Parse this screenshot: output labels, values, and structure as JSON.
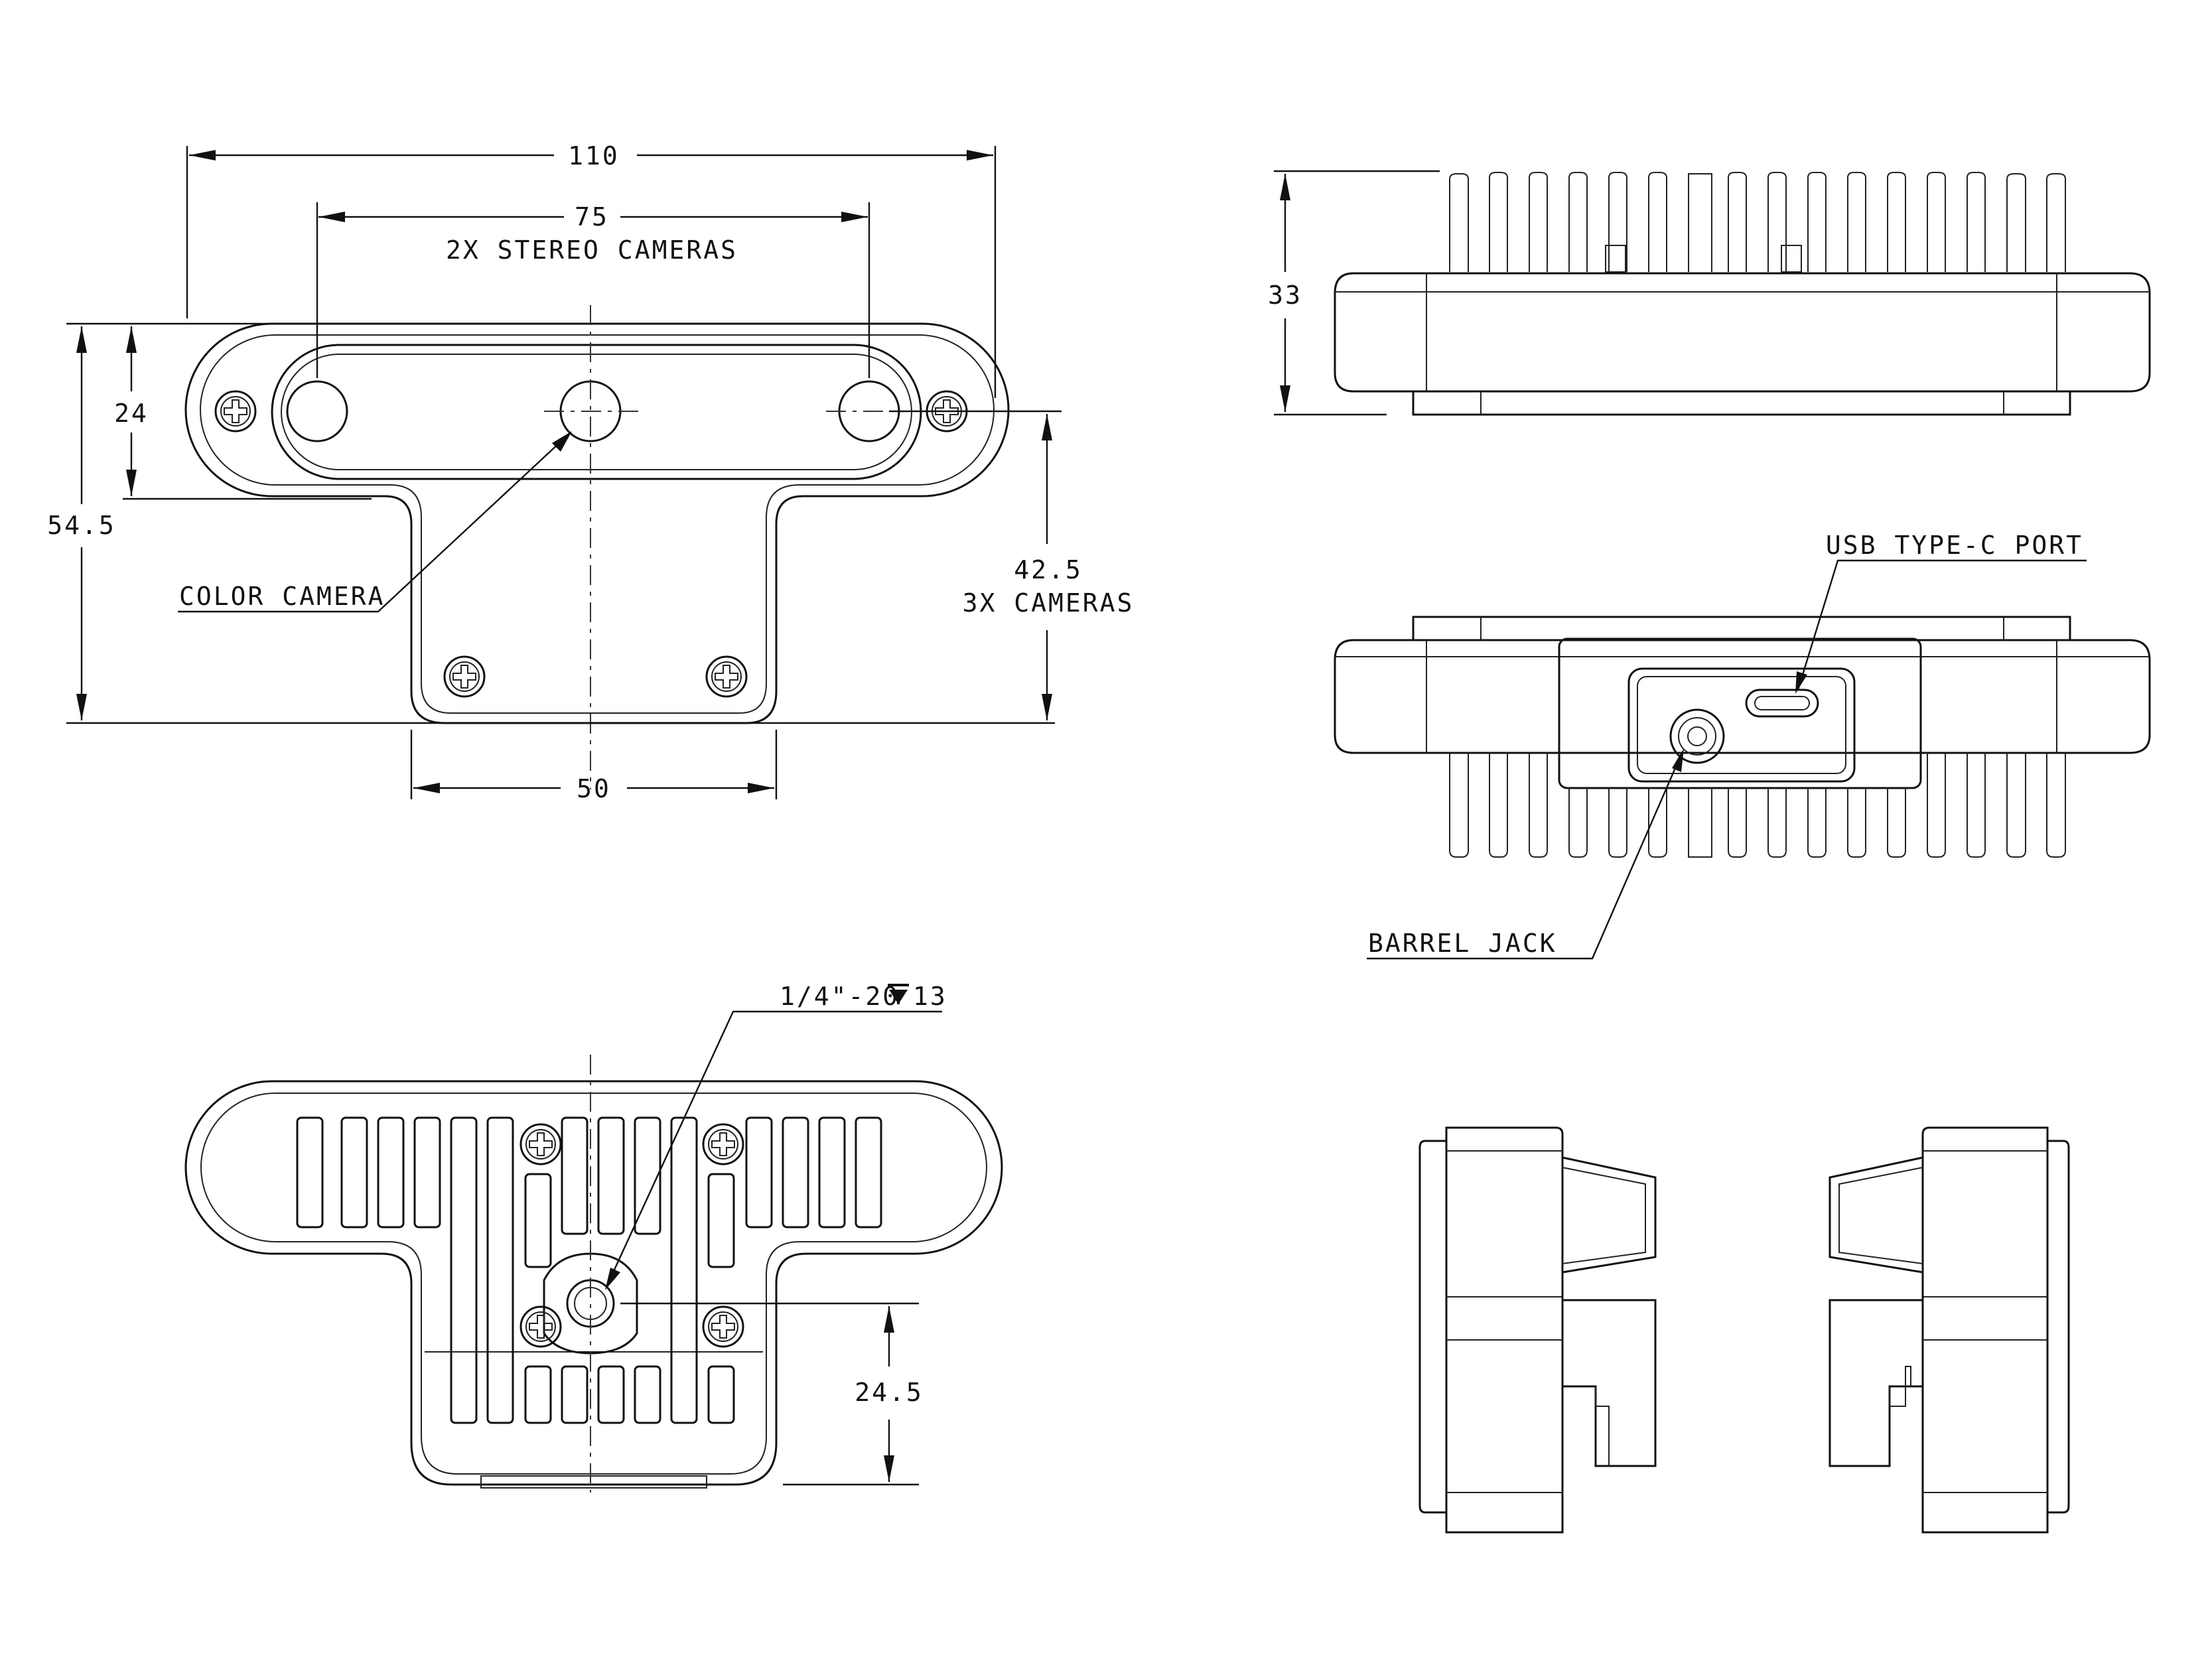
{
  "front_view": {
    "overall_width": "110",
    "stereo_spacing": "75",
    "stereo_label": "2X STEREO CAMERAS",
    "overall_height": "54.5",
    "bar_height": "24",
    "camera_height_value": "42.5",
    "camera_height_label": "3X CAMERAS",
    "color_camera_label": "COLOR CAMERA",
    "stem_width": "50"
  },
  "top_view": {
    "height": "33"
  },
  "rear_view": {
    "usb_label": "USB TYPE-C PORT",
    "barrel_label": "BARREL JACK"
  },
  "bottom_view": {
    "thread_label": "1/4\"-20",
    "depth_value": "13",
    "mount_offset": "24.5"
  },
  "icons": {
    "depth": "depth-symbol-icon",
    "screw": "phillips-screw-icon"
  }
}
